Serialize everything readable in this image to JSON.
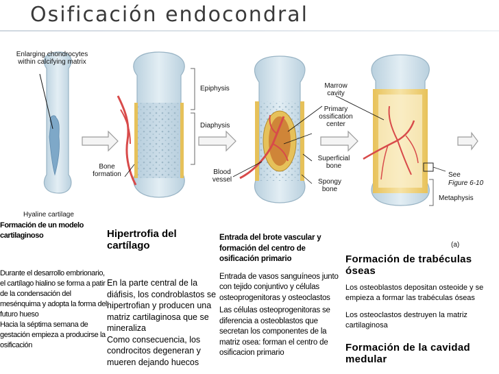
{
  "title": "Osificación endocondral",
  "figure_labels": {
    "enlarging": "Enlarging chondrocytes within calcifying matrix",
    "hyaline": "Hyaline cartilage",
    "epiphysis": "Epiphysis",
    "diaphysis": "Diaphysis",
    "bone_formation": "Bone formation",
    "blood_vessel": "Blood vessel",
    "marrow_cavity": "Marrow cavity",
    "primary_center": "Primary ossification center",
    "superficial_bone": "Superficial bone",
    "spongy_bone": "Spongy bone",
    "see": "See",
    "figure_ref": "Figure 6-10",
    "metaphysis": "Metaphysis",
    "panel": "(a)"
  },
  "col1": {
    "head": "Formación de un modelo cartilaginoso",
    "p1": "Durante el desarrollo embrionario, el cartílago hialino se forma a patir de la condensación del mesénquima y adopta la forma del futuro hueso",
    "p2": "Hacia la séptima  semana de gestación empieza a producirse la osificación"
  },
  "col2": {
    "head": "Hipertrofia del cartílago",
    "p1": "En la parte central de la diáfisis, los condroblastos se hipertrofian y producen una matriz cartilaginosa que se mineraliza",
    "p2": "Como consecuencia, los condrocitos degeneran y mueren dejando huecos"
  },
  "col3": {
    "head": "Entrada del brote vascular y formación del centro de osificación primario",
    "p1": "Entrada de vasos sanguíneos junto con tejido conjuntivo y células osteoprogenitoras y osteoclastos",
    "p2": "Las células osteoprogenitoras se diferencia a osteoblastos que secretan los componentes de la matriz osea: forman el centro de osificacion primario"
  },
  "col4": {
    "head1": "Formación de trabéculas óseas",
    "p1": "Los osteoblastos depositan osteoide y se empieza a formar las trabéculas óseas",
    "p2": "Los osteoclastos destruyen la matriz cartilaginosa",
    "head2": "Formación de la cavidad medular"
  },
  "colors": {
    "cartilage": "#d6e6ee",
    "cartilage_dark": "#a9c4d6",
    "bone": "#e7c76a",
    "vessel": "#d84a4a",
    "arrow": "#f2f2f2"
  }
}
